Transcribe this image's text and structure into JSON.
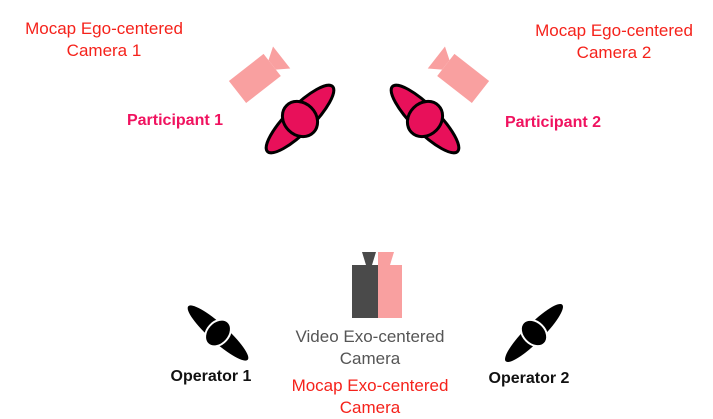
{
  "labels": {
    "mocap_ego_cam1": {
      "line1": "Mocap Ego-centered",
      "line2": "Camera 1"
    },
    "mocap_ego_cam2": {
      "line1": "Mocap Ego-centered",
      "line2": "Camera 2"
    },
    "participant1": "Participant 1",
    "participant2": "Participant 2",
    "video_exo_cam": {
      "line1": "Video Exo-centered",
      "line2": "Camera"
    },
    "mocap_exo_cam": {
      "line1": "Mocap Exo-centered",
      "line2": "Camera"
    },
    "operator1": "Operator 1",
    "operator2": "Operator 2"
  },
  "icons": {
    "ego_camera_1": "camera-icon",
    "ego_camera_2": "camera-icon",
    "participant_1": "person-top-view-icon",
    "participant_2": "person-top-view-icon",
    "exo_video_camera": "camera-icon",
    "exo_mocap_camera": "camera-icon",
    "operator_1": "person-top-view-icon",
    "operator_2": "person-top-view-icon"
  },
  "colors": {
    "mocap_camera": "#f9a0a0",
    "participant": "#e8105a",
    "video_camera": "#4a4a4a",
    "operator": "#000000",
    "mocap_text": "#f5221b",
    "participant_text": "#f0125f"
  }
}
